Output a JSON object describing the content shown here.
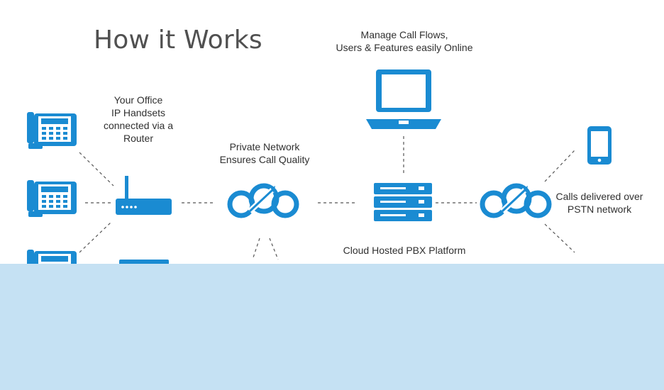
{
  "title": "How it Works",
  "labels": {
    "office": "Your Office\nIP Handsets\nconnected via a\nRouter",
    "manage": "Manage Call Flows,\nUsers & Features easily Online",
    "private_network": "Private Network\nEnsures Call Quality",
    "pstn": "Calls delivered over\nPSTN network",
    "pbx": "Cloud Hosted PBX Platform"
  },
  "colors": {
    "accent": "#1a8bd2",
    "connector": "#555555",
    "overlay": "#c5e1f3"
  },
  "icons": [
    "desk-phone-icon",
    "router-icon",
    "cloud-icon",
    "server-stack-icon",
    "laptop-icon",
    "mobile-phone-icon"
  ]
}
